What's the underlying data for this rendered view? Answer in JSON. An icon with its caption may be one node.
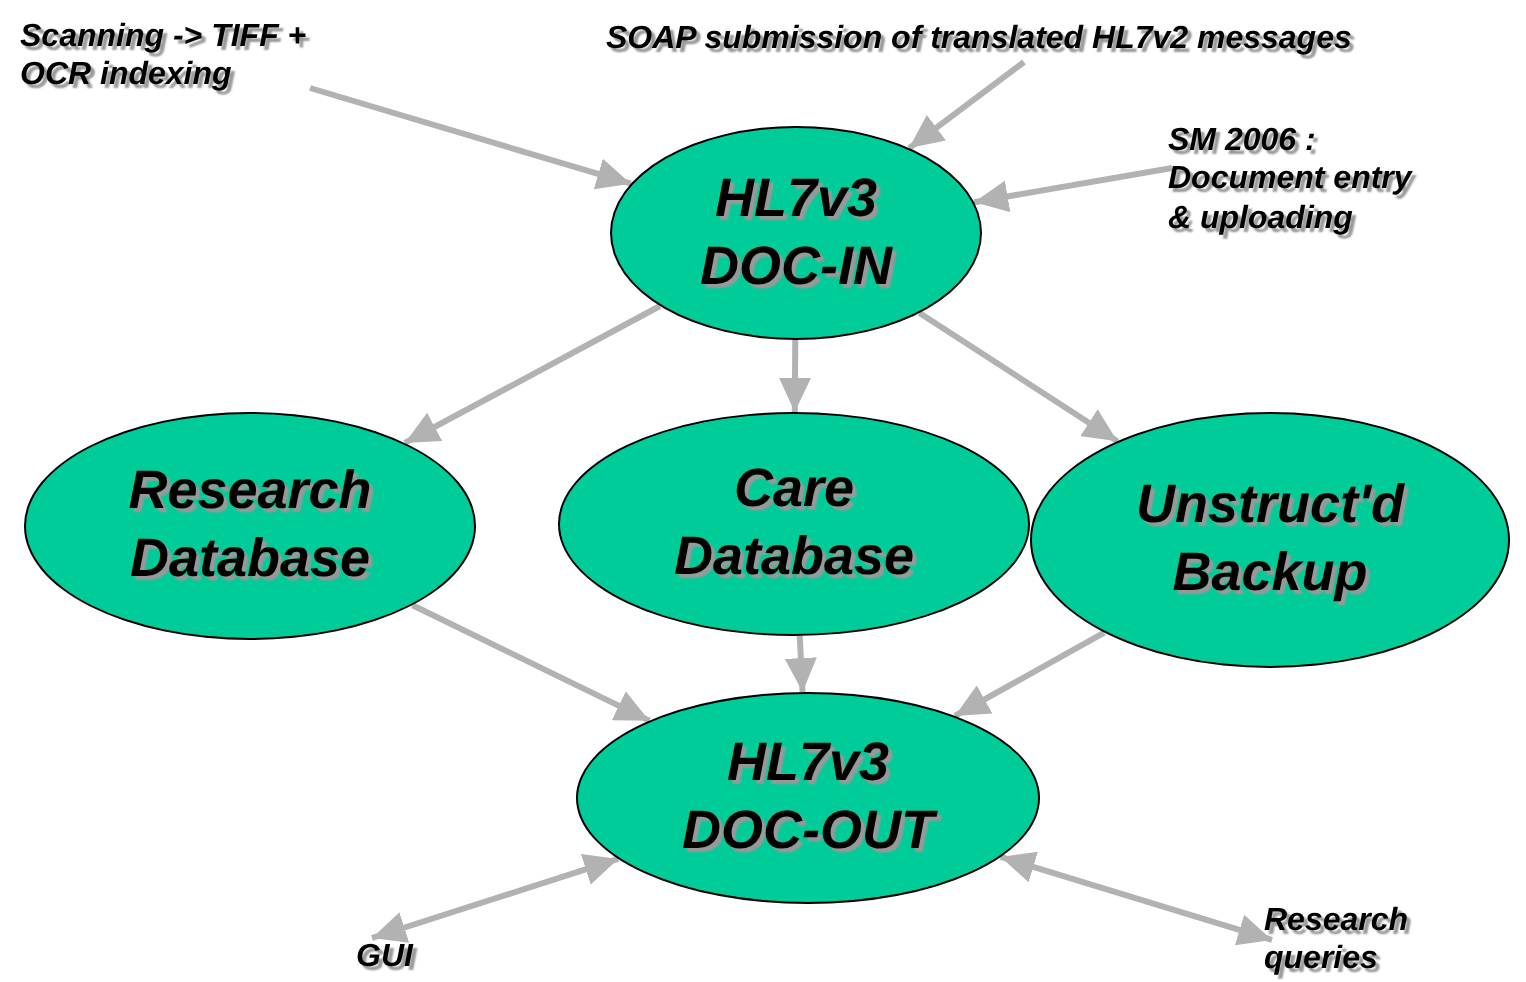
{
  "diagram": {
    "nodes": [
      {
        "text": [
          "Scanning -> TIFF + OCR indexing"
        ]
      },
      {
        "text": [
          "SOAP submission of translated HL7v2 messages"
        ]
      },
      {
        "text": [
          "SM 2006 : Document entry & uploading"
        ]
      },
      {
        "text": [
          "HL7v3 DOC-IN"
        ]
      },
      {
        "text": [
          "Research Database"
        ]
      },
      {
        "text": [
          "Care Database"
        ]
      },
      {
        "text": [
          "Unstruct'd Backup"
        ]
      },
      {
        "text": [
          "HL7v3 DOC-OUT"
        ]
      },
      {
        "text": [
          "GUI"
        ]
      },
      {
        "text": [
          "Research queries"
        ]
      }
    ],
    "edges": [
      {
        "from": 0,
        "to": 3,
        "arrow": "to"
      },
      {
        "from": 1,
        "to": 3,
        "arrow": "to"
      },
      {
        "from": 2,
        "to": 3,
        "arrow": "to"
      },
      {
        "from": 3,
        "to": 4,
        "arrow": "to"
      },
      {
        "from": 3,
        "to": 5,
        "arrow": "to"
      },
      {
        "from": 3,
        "to": 6,
        "arrow": "to"
      },
      {
        "from": 4,
        "to": 7,
        "arrow": "to"
      },
      {
        "from": 5,
        "to": 7,
        "arrow": "to"
      },
      {
        "from": 6,
        "to": 7,
        "arrow": "to"
      },
      {
        "from": 7,
        "to": 8,
        "arrow": "both"
      },
      {
        "from": 7,
        "to": 9,
        "arrow": "both"
      }
    ]
  }
}
